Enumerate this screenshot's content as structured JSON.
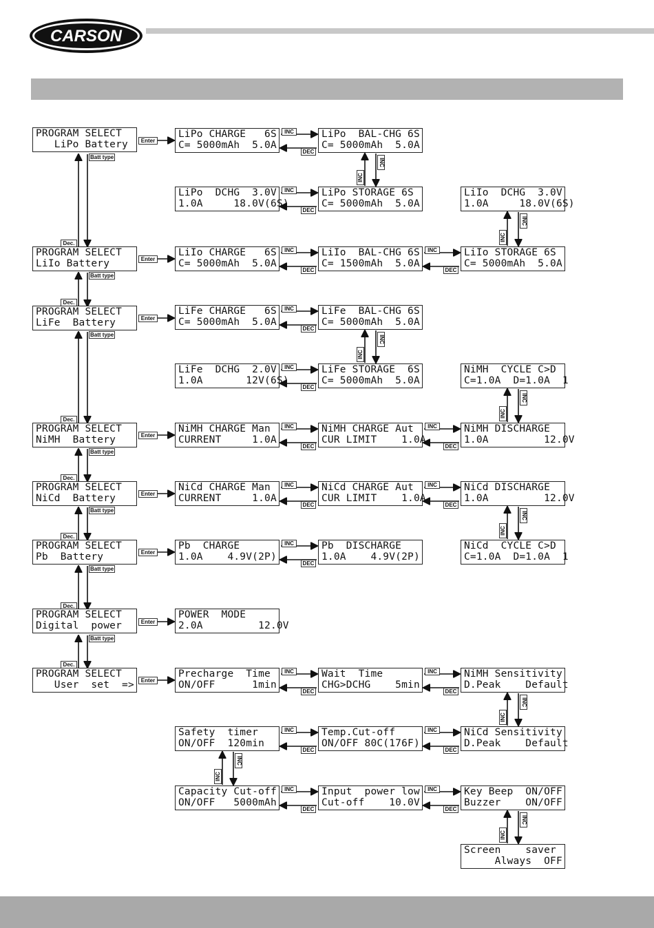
{
  "brand": {
    "name": "CARSON"
  },
  "tags": {
    "enter": "Enter",
    "inc": "INC",
    "dec": "DEC",
    "dec_short": "Dec.",
    "batt_type": "Batt type"
  },
  "screens": {
    "prog_lipo": [
      "PROGRAM SELECT",
      "   LiPo Battery"
    ],
    "lipo_charge": [
      "LiPo CHARGE   6S",
      "C= 5000mAh  5.0A"
    ],
    "lipo_balchg": [
      "LiPo  BAL-CHG 6S",
      "C= 5000mAh  5.0A"
    ],
    "lipo_dchg": [
      "LiPo  DCHG  3.0V",
      "1.0A     18.0V(6S)"
    ],
    "lipo_storage": [
      "LiPo STORAGE 6S",
      "C= 5000mAh  5.0A"
    ],
    "liio_dchg": [
      "LiIo  DCHG  3.0V",
      "1.0A     18.0V(6S)"
    ],
    "prog_liio": [
      "PROGRAM SELECT",
      "LiIo Battery"
    ],
    "liio_charge": [
      "LiIo CHARGE   6S",
      "C= 5000mAh  5.0A"
    ],
    "liio_balchg": [
      "LiIo  BAL-CHG 6S",
      "C= 1500mAh  5.0A"
    ],
    "liio_storage": [
      "LiIo STORAGE 6S",
      "C= 5000mAh  5.0A"
    ],
    "prog_life": [
      "PROGRAM SELECT",
      "LiFe  Battery"
    ],
    "life_charge": [
      "LiFe CHARGE   6S",
      "C= 5000mAh  5.0A"
    ],
    "life_balchg": [
      "LiFe  BAL-CHG 6S",
      "C= 5000mAh  5.0A"
    ],
    "life_dchg": [
      "LiFe  DCHG  2.0V",
      "1.0A       12V(6S)"
    ],
    "life_storage": [
      "LiFe STORAGE  6S",
      "C= 5000mAh  5.0A"
    ],
    "nimh_cycle": [
      "NiMH  CYCLE C>D",
      "C=1.0A  D=1.0A  1"
    ],
    "prog_nimh": [
      "PROGRAM SELECT",
      "NiMH  Battery"
    ],
    "nimh_charge_man": [
      "NiMH CHARGE Man",
      "CURRENT     1.0A"
    ],
    "nimh_charge_aut": [
      "NiMH CHARGE Aut",
      "CUR LIMIT    1.0A"
    ],
    "nimh_discharge": [
      "NiMH DISCHARGE",
      "1.0A         12.0V"
    ],
    "prog_nicd": [
      "PROGRAM SELECT",
      "NiCd  Battery"
    ],
    "nicd_charge_man": [
      "NiCd CHARGE Man",
      "CURRENT     1.0A"
    ],
    "nicd_charge_aut": [
      "NiCd CHARGE Aut",
      "CUR LIMIT    1.0A"
    ],
    "nicd_discharge": [
      "NiCd DISCHARGE",
      "1.0A         12.0V"
    ],
    "nicd_cycle": [
      "NiCd  CYCLE C>D",
      "C=1.0A  D=1.0A  1"
    ],
    "prog_pb": [
      "PROGRAM SELECT",
      "Pb  Battery"
    ],
    "pb_charge": [
      "Pb  CHARGE",
      "1.0A    4.9V(2P)"
    ],
    "pb_discharge": [
      "Pb  DISCHARGE",
      "1.0A    4.9V(2P)"
    ],
    "prog_digital": [
      "PROGRAM SELECT",
      "Digital  power"
    ],
    "power_mode": [
      "POWER  MODE",
      "2.0A         12.0V"
    ],
    "prog_user": [
      "PROGRAM SELECT",
      "   User  set  =>"
    ],
    "precharge_time": [
      "Precharge  Time",
      "ON/OFF      1min"
    ],
    "wait_time": [
      "Wait  Time",
      "CHG>DCHG    5min"
    ],
    "nimh_sensitivity": [
      "NiMH Sensitivity",
      "D.Peak    Default"
    ],
    "safety_timer": [
      "Safety  timer",
      "ON/OFF  120min"
    ],
    "temp_cutoff": [
      "Temp.Cut-off",
      "ON/OFF 80C(176F)"
    ],
    "nicd_sensitivity": [
      "NiCd Sensitivity",
      "D.Peak    Default"
    ],
    "capacity_cutoff": [
      "Capacity Cut-off",
      "ON/OFF   5000mAh"
    ],
    "input_power_low": [
      "Input  power low",
      "Cut-off    10.0V"
    ],
    "key_beep": [
      "Key Beep  ON/OFF",
      "Buzzer    ON/OFF"
    ],
    "screen_saver": [
      "Screen    saver",
      "     Always  OFF"
    ]
  }
}
